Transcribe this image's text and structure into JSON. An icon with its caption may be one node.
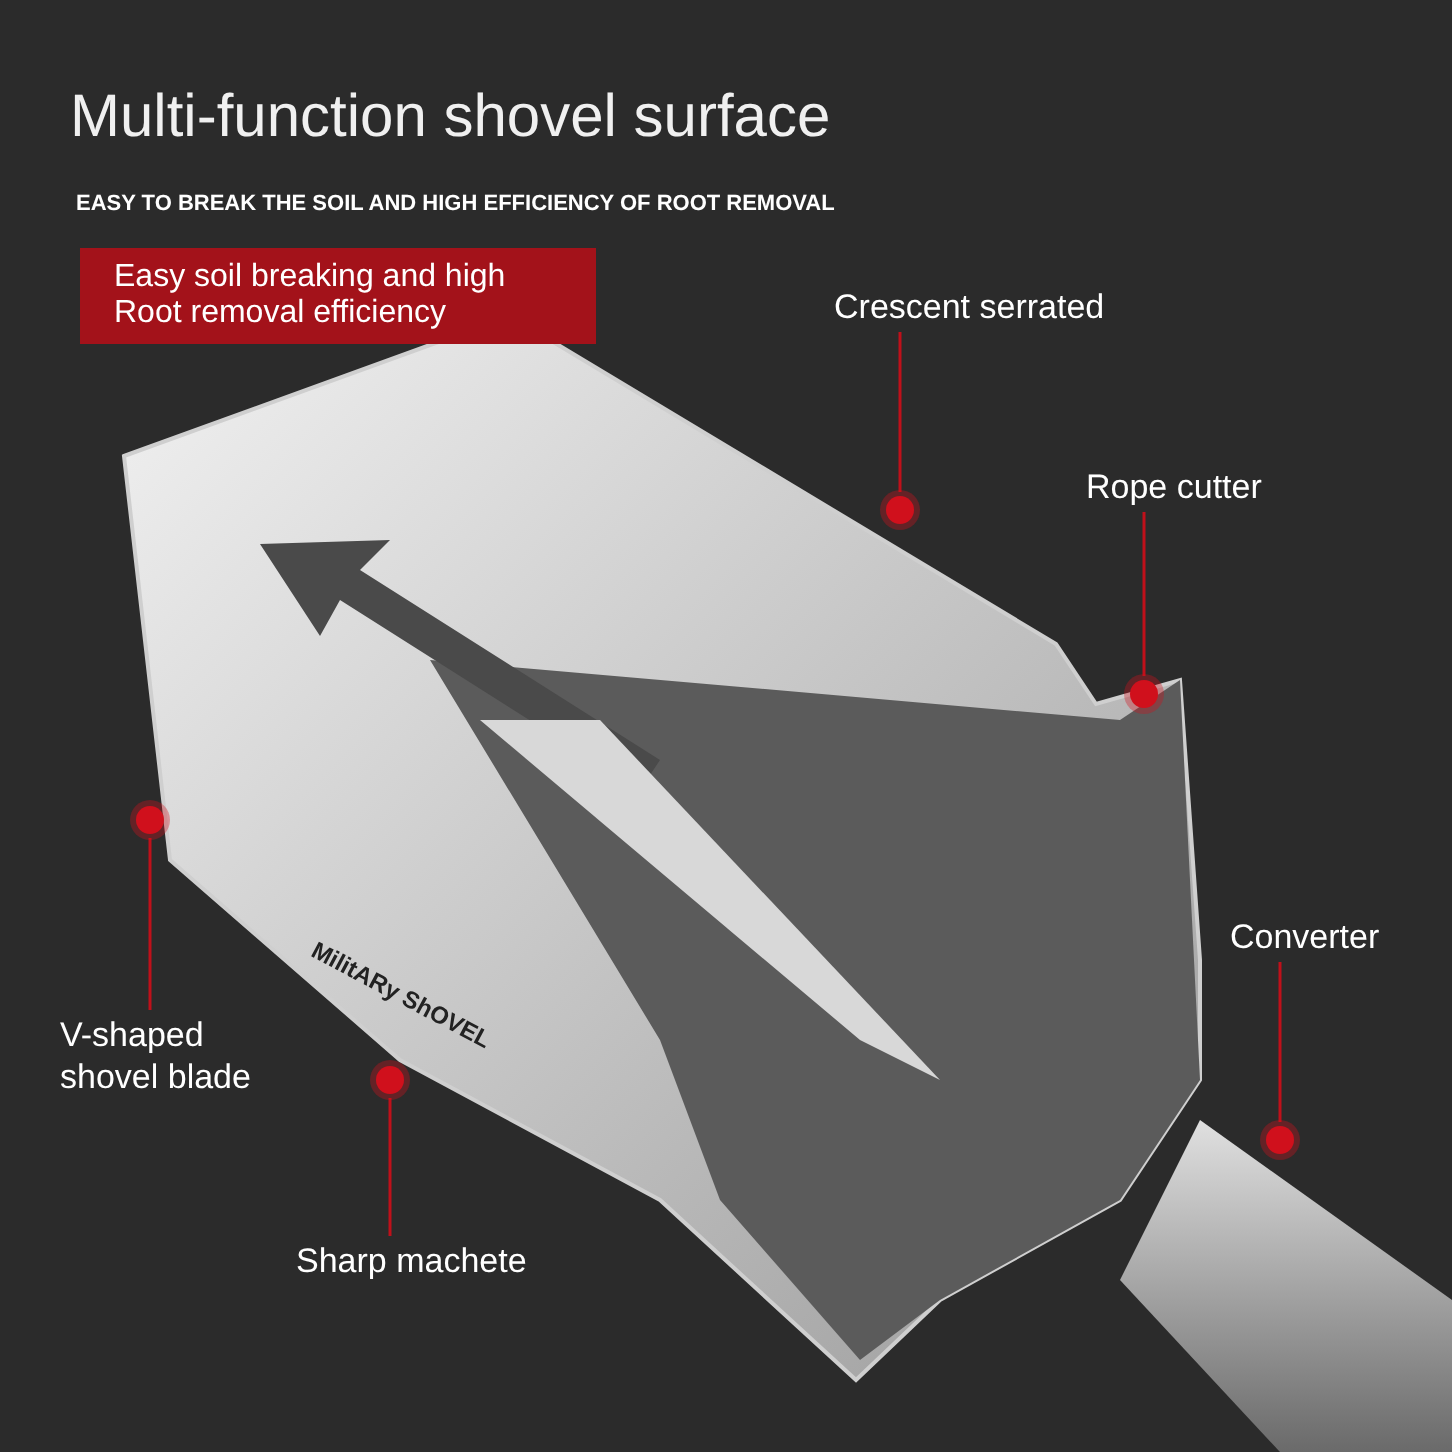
{
  "diagram": {
    "title": "Multi-function shovel surface",
    "nodes": [
      {
        "text": [
          "Easy soil breaking and high Root removal efficiency"
        ]
      },
      {
        "text": [
          "Crescent serrated"
        ]
      },
      {
        "text": [],
        "shape": "circle"
      },
      {
        "text": [
          "Rope cutter"
        ]
      },
      {
        "text": [],
        "shape": "circle"
      },
      {
        "text": [],
        "shape": "circle"
      },
      {
        "text": [
          "V-shaped shovel blade"
        ]
      },
      {
        "text": [],
        "shape": "circle"
      },
      {
        "text": [
          "Sharp machete"
        ]
      },
      {
        "text": [
          "Converter"
        ]
      },
      {
        "text": [],
        "shape": "circle"
      }
    ],
    "edges": [
      {
        "from": 1,
        "to": 2,
        "arrow": "none"
      },
      {
        "from": 3,
        "to": 4,
        "arrow": "none"
      },
      {
        "from": 6,
        "to": 5,
        "arrow": "none"
      },
      {
        "from": 8,
        "to": 7,
        "arrow": "none"
      },
      {
        "from": 9,
        "to": 10,
        "arrow": "none"
      }
    ],
    "labels": [
      "EASY TO BREAK THE SOIL AND HIGH EFFICIENCY OF ROOT REMOVAL",
      "MilitARy ShOVEL"
    ]
  }
}
